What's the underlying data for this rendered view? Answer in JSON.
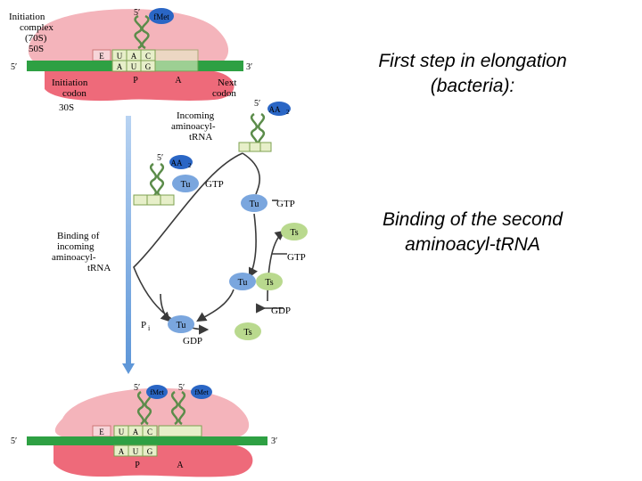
{
  "slide": {
    "title_line1": "First step in elongation",
    "title_line2": "(bacteria):",
    "subtitle_line1": "Binding of the second",
    "subtitle_line2": "aminoacyl-tRNA"
  },
  "diagram": {
    "labels": {
      "initiation_complex": [
        "Initiation",
        "complex",
        "(70S)",
        "50S"
      ],
      "five_prime": "5′",
      "three_prime": "3′",
      "initiation_codon": [
        "Initiation",
        "codon"
      ],
      "next_codon": [
        "Next",
        "codon"
      ],
      "ribosome_30s": "30S",
      "incoming_aminoacyl_trna": [
        "Incoming",
        "aminoacyl-",
        "tRNA"
      ],
      "binding_of_incoming": [
        "Binding of",
        "incoming",
        "aminoacyl-",
        "tRNA"
      ],
      "fmet": "fMet",
      "aa2": "AA",
      "aa2_sub": "2",
      "site_e": "E",
      "site_p": "P",
      "site_a": "A",
      "anticodon": [
        "U",
        "A",
        "C"
      ],
      "codon": [
        "A",
        "U",
        "G"
      ],
      "tu": "Tu",
      "ts": "Ts",
      "gtp": "GTP",
      "gdp": "GDP",
      "pi": "P",
      "pi_sub": "i"
    },
    "colors": {
      "ribosome_50s": "#f4b4bb",
      "ribosome_30s": "#ee6a7a",
      "mrna": "#2ea043",
      "codon_box": "#e7efc9",
      "fmet": "#2a66c5",
      "tu": "#7aa6de",
      "ts": "#b9d98e",
      "cycle_arrow": "#3a3a3a",
      "down_arrow": "#8fb8e8"
    }
  }
}
